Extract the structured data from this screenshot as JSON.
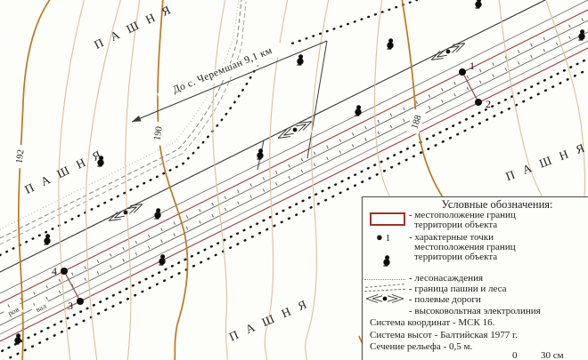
{
  "map": {
    "area_label": "П А Ш Н Я",
    "route_label": "До с. Черемшан 9,1 км",
    "contour_labels": [
      "192",
      "190",
      "188"
    ],
    "ditch_label": "ров",
    "bank_label": "вал",
    "points": [
      {
        "label": "1"
      },
      {
        "label": "2"
      },
      {
        "label": "3"
      },
      {
        "label": "4"
      }
    ]
  },
  "legend": {
    "title": "Условные обозначения:",
    "items": [
      {
        "symbol": "red-rectangle",
        "lines": [
          "- местоположение границ",
          "территории объекта"
        ]
      },
      {
        "symbol": "numbered-point",
        "marker": "1",
        "lines": [
          "- характерные точки",
          "местоположения границ",
          "территории объекта"
        ]
      },
      {
        "symbol": "tree-and-dotted-line",
        "lines": [
          "- лесонасаждения"
        ]
      },
      {
        "symbol": "double-dashed-line",
        "lines": [
          "- граница пашни и леса"
        ]
      },
      {
        "symbol": "field-road-marker",
        "lines": [
          "- полевые дороги"
        ]
      },
      {
        "symbol": "none",
        "lines": [
          "- высоковольтная электролиния"
        ]
      }
    ],
    "notes": [
      "Система координат - МСК 16.",
      "Система высот - Балтийская 1977 г.",
      "Сечение рельефа - 0,5 м."
    ],
    "scale": {
      "zero": "0",
      "end": "30 см"
    }
  },
  "colors": {
    "background": "#fdfdf9",
    "index_contour": "#bc7a1e",
    "intermediate_contour": "#dbc19c",
    "object_boundary_red": "#9a4040",
    "legend_rect_red": "#a03030",
    "dark_line": "#3c3c3c",
    "gray_line": "#6e6e6e"
  }
}
